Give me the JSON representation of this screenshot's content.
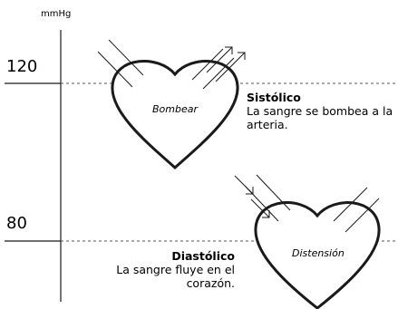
{
  "axis": {
    "unit": "mmHg",
    "levels": [
      {
        "label": "120",
        "value": 120
      },
      {
        "label": "80",
        "value": 80
      }
    ]
  },
  "hearts": {
    "systolic_heart_label": "Bombear",
    "diastolic_heart_label": "Distensión"
  },
  "notes": {
    "systolic_title": "Sistólico",
    "systolic_text": "La sangre se bombea a la arteria.",
    "diastolic_title": "Diastólico",
    "diastolic_text": "La sangre fluye en el corazón."
  },
  "colors": {
    "line": "#1a1a1a",
    "dashed": "#555555"
  }
}
